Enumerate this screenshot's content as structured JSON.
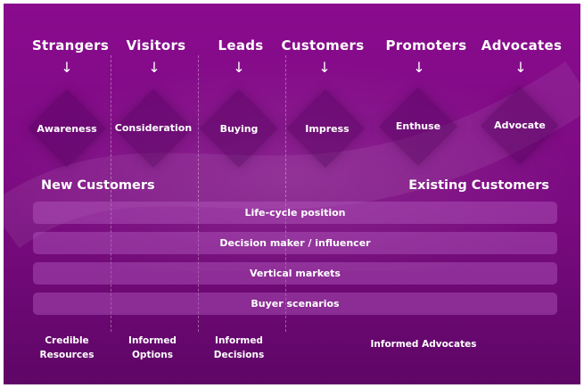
{
  "stages": [
    {
      "name": "Strangers",
      "arrow": "↓",
      "step": "Awareness"
    },
    {
      "name": "Visitors",
      "arrow": "↓",
      "step": "Consideration"
    },
    {
      "name": "Leads",
      "arrow": "↓",
      "step": "Buying"
    },
    {
      "name": "Customers",
      "arrow": "↓",
      "step": "Impress"
    },
    {
      "name": "Promoters",
      "arrow": "↓",
      "step": "Enthuse"
    },
    {
      "name": "Advocates",
      "arrow": "↓",
      "step": "Advocate"
    }
  ],
  "groups": {
    "left": "New Customers",
    "right": "Existing Customers"
  },
  "bars": [
    "Life-cycle position",
    "Decision maker / influencer",
    "Vertical markets",
    "Buyer scenarios"
  ],
  "bottom": [
    {
      "line1": "Credible",
      "line2": "Resources"
    },
    {
      "line1": "Informed",
      "line2": "Options"
    },
    {
      "line1": "Informed",
      "line2": "Decisions"
    },
    {
      "line1": "Informed Advocates",
      "line2": ""
    }
  ],
  "colors": {
    "background": "#800b86",
    "bar": "#a65ab0",
    "text": "#ffffff"
  }
}
